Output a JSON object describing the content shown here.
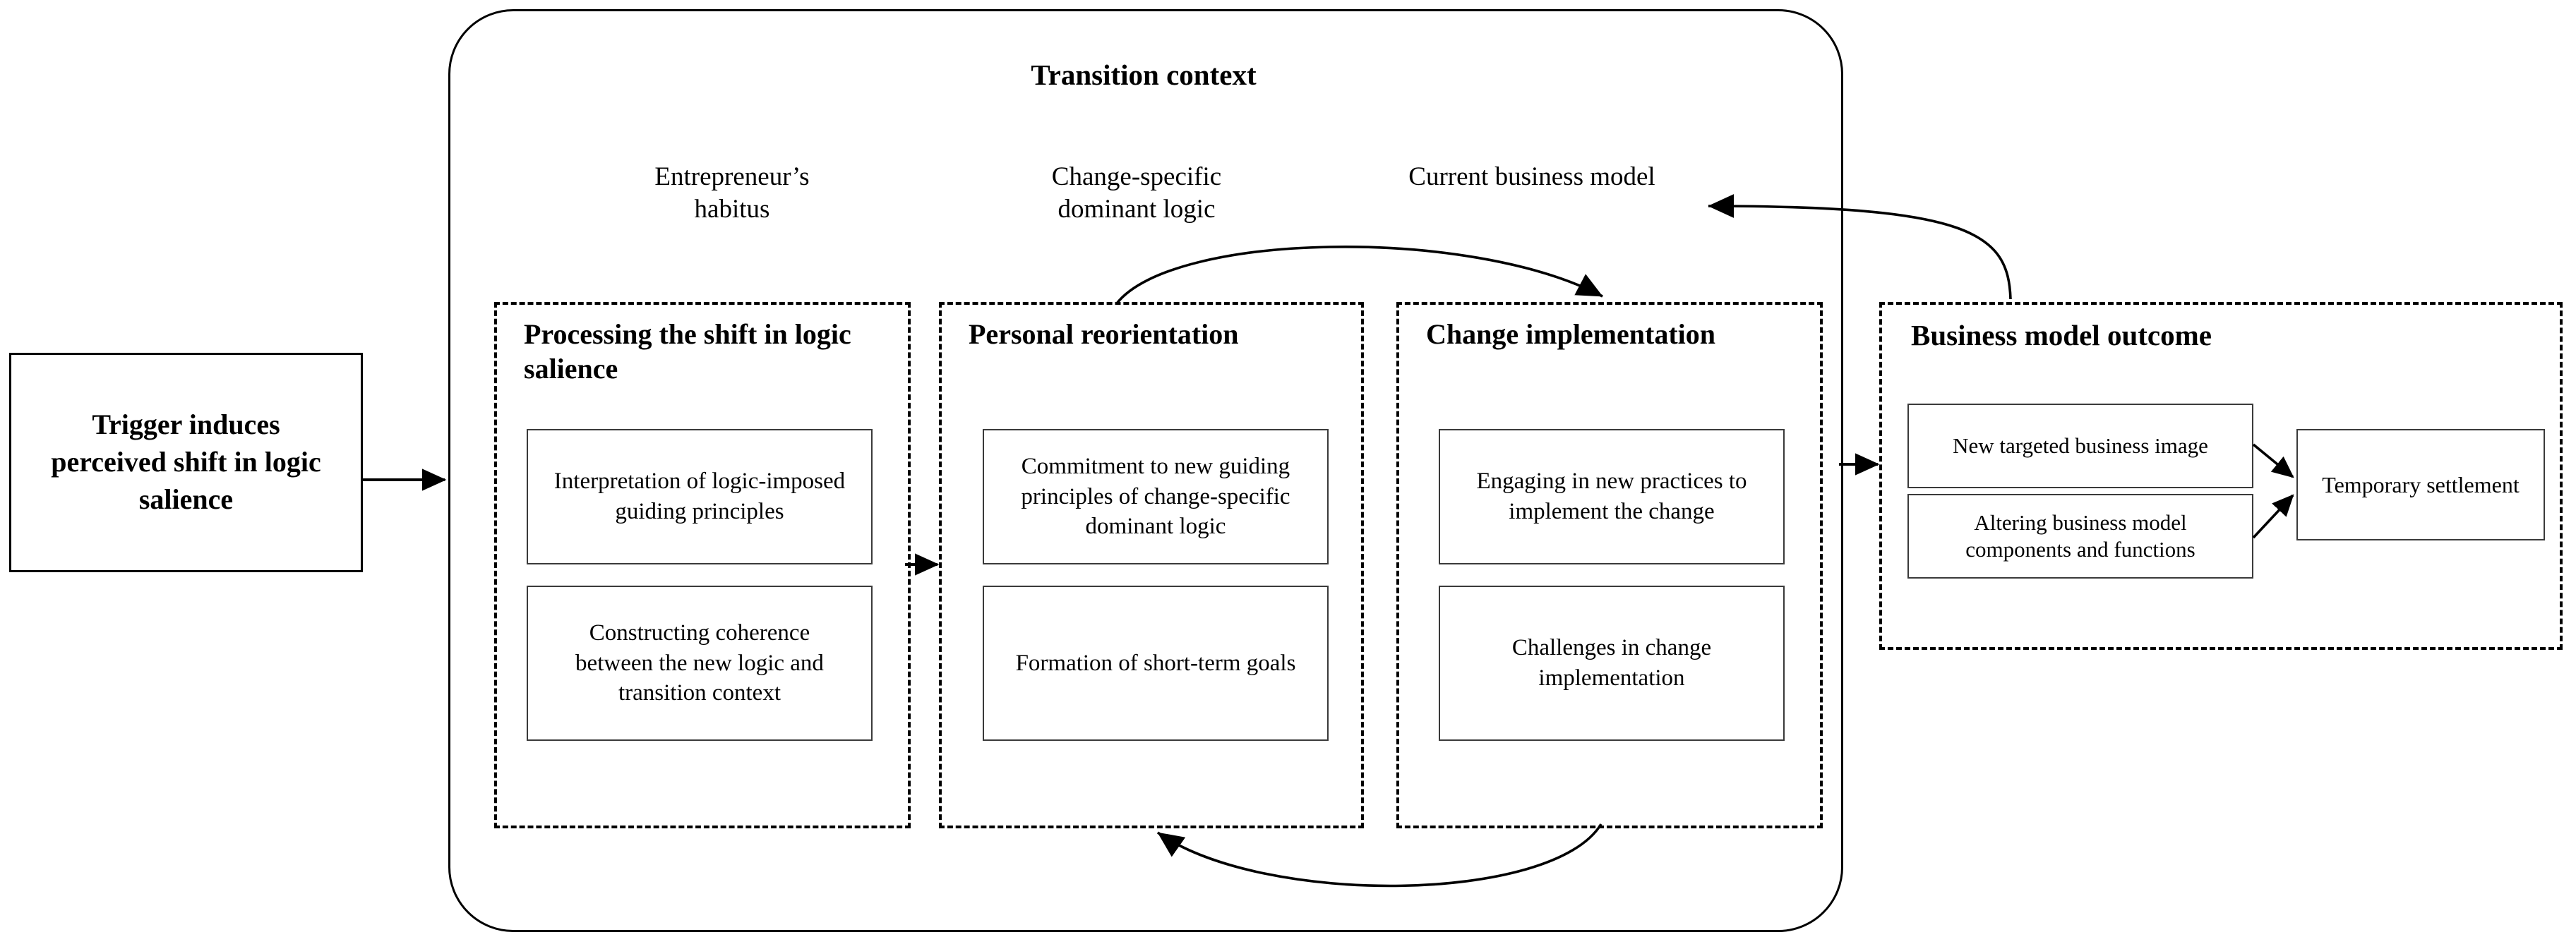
{
  "trigger": {
    "label": "Trigger induces perceived shift in logic salience"
  },
  "transition_context": {
    "title": "Transition context",
    "top_labels": [
      {
        "name": "entrepreneurs-habitus",
        "label": "Entrepreneur’s habitus"
      },
      {
        "name": "change-specific-dominant-logic",
        "label": "Change-specific dominant logic"
      },
      {
        "name": "current-business-model",
        "label": "Current business model"
      }
    ],
    "columns": [
      {
        "name": "processing-the-shift",
        "heading": "Processing the shift in logic salience",
        "boxes": [
          "Interpretation of logic-imposed guiding principles",
          "Constructing coherence between the new logic and transition context"
        ]
      },
      {
        "name": "personal-reorientation",
        "heading": "Personal reorientation",
        "boxes": [
          "Commitment to new guiding principles of change-specific dominant logic",
          "Formation of short-term goals"
        ]
      },
      {
        "name": "change-implementation",
        "heading": "Change implementation",
        "boxes": [
          "Engaging in new practices to implement the change",
          "Challenges in change implementation"
        ]
      }
    ]
  },
  "outcome": {
    "heading": "Business model outcome",
    "boxes": [
      "New targeted business image",
      "Altering business model components and functions"
    ],
    "settlement": "Temporary settlement"
  },
  "colors": {
    "stroke": "#000000",
    "inner_stroke": "#3a3a3a",
    "background": "#ffffff"
  }
}
